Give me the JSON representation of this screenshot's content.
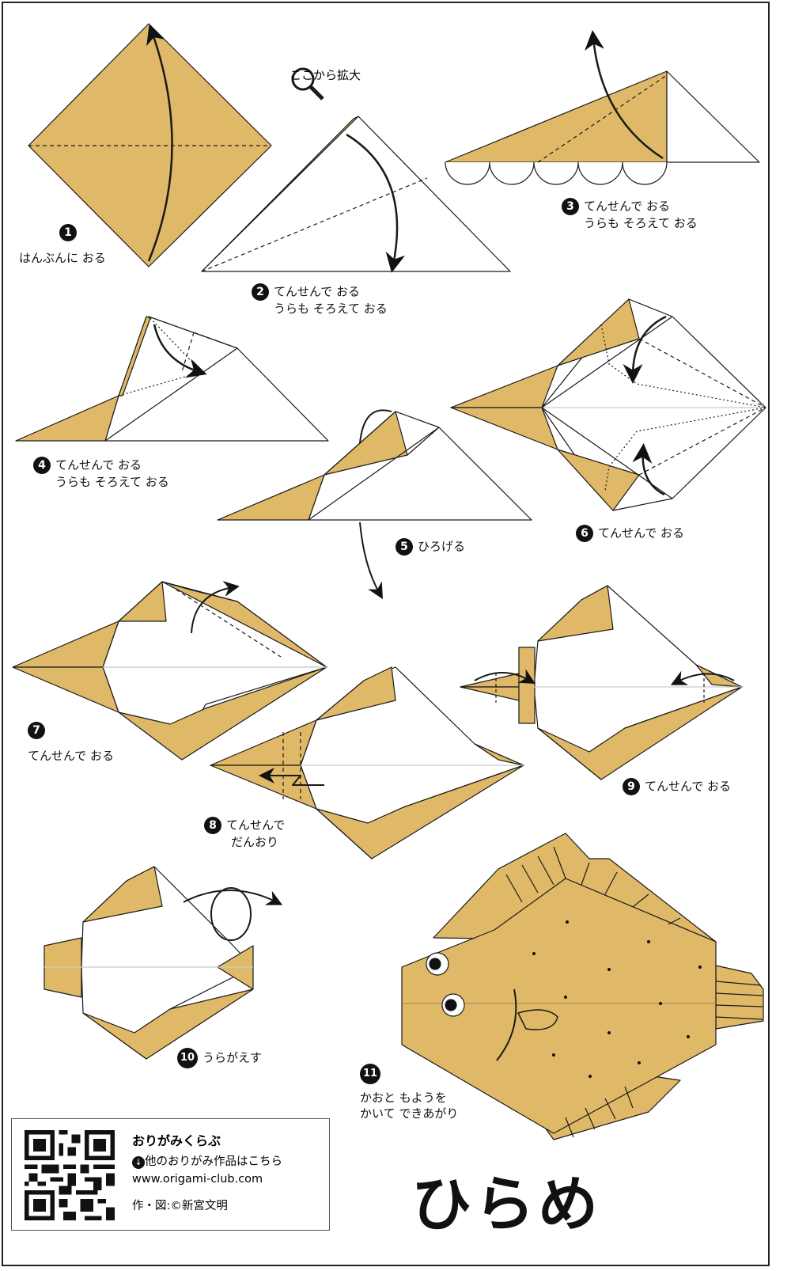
{
  "colors": {
    "paper": "#E0B968",
    "line": "#1a1a1a"
  },
  "zoom_note": "ここから拡大",
  "steps": [
    {
      "num": "1",
      "text": [
        "はんぶんに おる"
      ]
    },
    {
      "num": "2",
      "text": [
        "てんせんで おる",
        "うらも そろえて おる"
      ]
    },
    {
      "num": "3",
      "text": [
        "てんせんで おる",
        "うらも そろえて おる"
      ]
    },
    {
      "num": "4",
      "text": [
        "てんせんで おる",
        "うらも そろえて おる"
      ]
    },
    {
      "num": "5",
      "text": [
        "ひろげる"
      ]
    },
    {
      "num": "6",
      "text": [
        "てんせんで おる"
      ]
    },
    {
      "num": "7",
      "text": [
        "てんせんで おる"
      ]
    },
    {
      "num": "8",
      "text": [
        "てんせんで",
        "だんおり"
      ]
    },
    {
      "num": "9",
      "text": [
        "てんせんで おる"
      ]
    },
    {
      "num": "10",
      "text": [
        "うらがえす"
      ]
    },
    {
      "num": "11",
      "text": [
        "かおと もようを",
        "かいて できあがり"
      ]
    }
  ],
  "title": "ひらめ",
  "footer": {
    "site_name": "おりがみくらぶ",
    "link_text": "他のおりがみ作品はこちら",
    "url": "www.origami-club.com",
    "credit": "作・図:©新宮文明"
  }
}
